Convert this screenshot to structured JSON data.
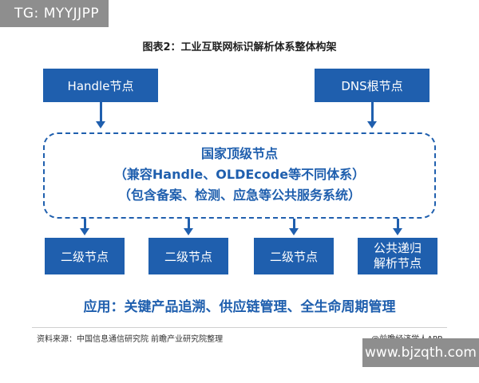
{
  "overlay_tag": "TG: MYYJJPP",
  "title": "图表2：工业互联网标识解析体系整体构架",
  "top_nodes": {
    "handle": "Handle节点",
    "dns": "DNS根节点"
  },
  "central": {
    "line1": "国家顶级节点",
    "line2": "（兼容Handle、OLDEcode等不同体系）",
    "line3": "（包含备案、检测、应急等公共服务系统）"
  },
  "secondary_nodes": {
    "node1": "二级节点",
    "node2": "二级节点",
    "node3": "二级节点",
    "recursive_line1": "公共递归",
    "recursive_line2": "解析节点"
  },
  "application": "应用：关键产品追溯、供应链管理、全生命周期管理",
  "footer": {
    "source": "资料来源：中国信息通信研究院 前瞻产业研究院整理",
    "brand": "@前瞻经济学人APP"
  },
  "site_tag": "www.bjzqth.com",
  "colors": {
    "accent_blue": "#1f5fae",
    "tag_gray": "#8e8e8e"
  }
}
